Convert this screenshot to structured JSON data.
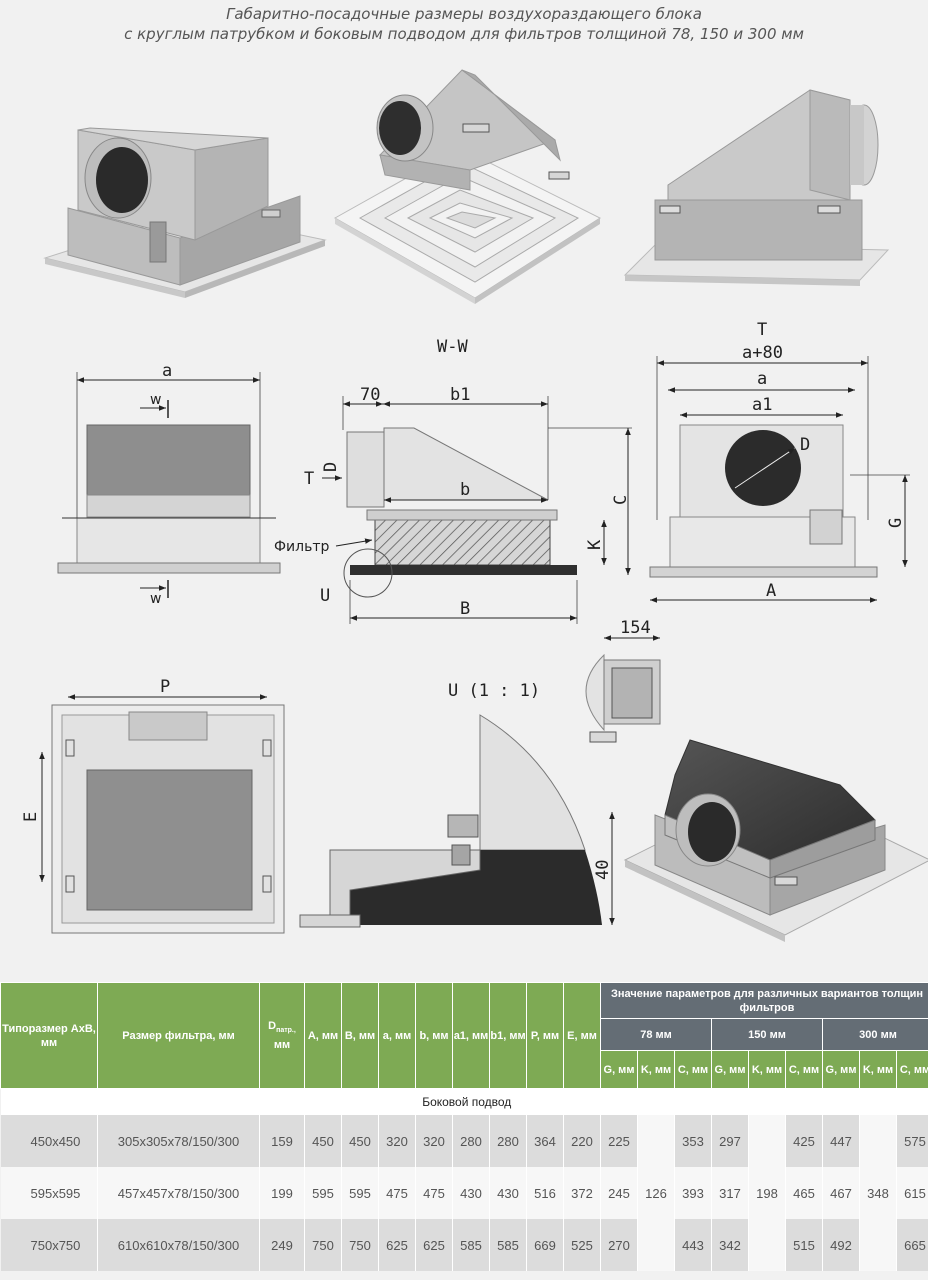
{
  "title": {
    "line1": "Габаритно-посадочные размеры воздухораздающего блока",
    "line2": "с круглым патрубком и боковым подводом для фильтров толщиной 78, 150 и 300 мм"
  },
  "drawing_labels": {
    "a": "a",
    "w_top": "w",
    "w_bottom": "w",
    "section": "W-W",
    "d70": "70",
    "b1": "b1",
    "T_side": "T",
    "D_side": "D",
    "b": "b",
    "C": "C",
    "K": "K",
    "filter": "Фильтр",
    "U": "U",
    "B": "B",
    "T_front": "T",
    "a80": "a+80",
    "a_front": "a",
    "a1": "a1",
    "D_front": "D",
    "G": "G",
    "A": "A",
    "P": "P",
    "E": "E",
    "detail": "U (1 : 1)",
    "d40": "40",
    "d154": "154"
  },
  "table": {
    "header": {
      "type": "Типоразмер АхВ, мм",
      "filter": "Размер фильтра, мм",
      "d_main": "D",
      "d_sub": "патр.,",
      "d_unit": "мм",
      "cols": [
        "A, мм",
        "B, мм",
        "a, мм",
        "b, мм",
        "a1, мм",
        "b1, мм",
        "P, мм",
        "E, мм"
      ],
      "group": "Значение параметров для различных вариантов толщин фильтров",
      "thickness": [
        "78 мм",
        "150 мм",
        "300 мм"
      ],
      "params": [
        "G, мм",
        "K, мм",
        "C, мм",
        "G, мм",
        "K, мм",
        "C, мм",
        "G, мм",
        "K, мм",
        "C, мм"
      ]
    },
    "section": "Боковой подвод",
    "rows": [
      {
        "size": "450х450",
        "filter": "305х305х78/150/300",
        "d": "159",
        "A": "450",
        "B": "450",
        "a": "320",
        "b": "320",
        "a1": "280",
        "b1": "280",
        "P": "364",
        "E": "220",
        "G1": "225",
        "K1": "",
        "C1": "353",
        "G2": "297",
        "K2": "",
        "C2": "425",
        "G3": "447",
        "K3": "",
        "C3": "575"
      },
      {
        "size": "595х595",
        "filter": "457х457х78/150/300",
        "d": "199",
        "A": "595",
        "B": "595",
        "a": "475",
        "b": "475",
        "a1": "430",
        "b1": "430",
        "P": "516",
        "E": "372",
        "G1": "245",
        "K1": "126",
        "C1": "393",
        "G2": "317",
        "K2": "198",
        "C2": "465",
        "G3": "467",
        "K3": "348",
        "C3": "615"
      },
      {
        "size": "750х750",
        "filter": "610х610х78/150/300",
        "d": "249",
        "A": "750",
        "B": "750",
        "a": "625",
        "b": "625",
        "a1": "585",
        "b1": "585",
        "P": "669",
        "E": "525",
        "G1": "270",
        "K1": "",
        "C1": "443",
        "G2": "342",
        "K2": "",
        "C2": "515",
        "G3": "492",
        "K3": "",
        "C3": "665"
      }
    ]
  }
}
